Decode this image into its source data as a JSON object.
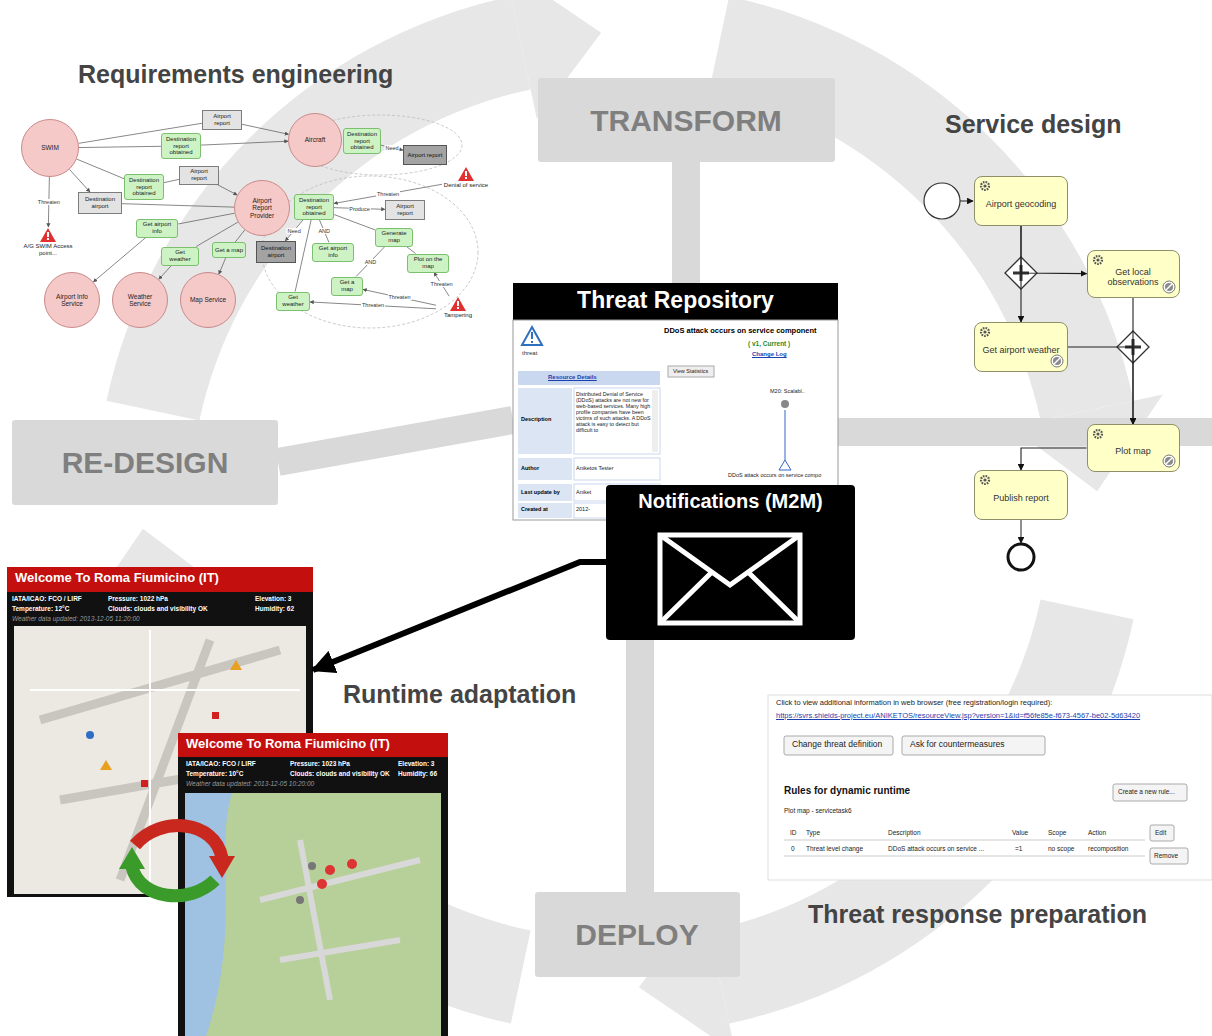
{
  "diagram": {
    "nodes": [
      {
        "text": [
          "SWIM"
        ]
      },
      {
        "text": [
          "Airport report"
        ]
      },
      {
        "text": [
          "Aircraft"
        ]
      },
      {
        "text": [
          "Destination report obtained"
        ]
      },
      {
        "text": [
          "Destination report obtained"
        ]
      },
      {
        "text": [
          "Airport report"
        ]
      },
      {
        "text": [
          "Destination report obtained"
        ]
      },
      {
        "text": [
          "Airport report"
        ]
      },
      {
        "text": [
          "Destination airport"
        ]
      },
      {
        "text": [
          "Airport Report Provider"
        ]
      },
      {
        "text": [
          "Destination report obtained"
        ]
      },
      {
        "text": [
          "Airport report"
        ]
      },
      {
        "text": [
          "Denial of service"
        ]
      },
      {
        "text": [
          "A/G SWIM Access point..."
        ]
      },
      {
        "text": [
          "Get airport info"
        ]
      },
      {
        "text": [
          "Get weather"
        ]
      },
      {
        "text": [
          "Get a map"
        ]
      },
      {
        "text": [
          "Destination airport"
        ]
      },
      {
        "text": [
          "Get airport info"
        ]
      },
      {
        "text": [
          "Generate map"
        ]
      },
      {
        "text": [
          "Plot on the map"
        ]
      },
      {
        "text": [
          "Get a map"
        ]
      },
      {
        "text": [
          "Get weather"
        ]
      },
      {
        "text": [
          "Tampering"
        ]
      },
      {
        "text": [
          "Airport Info Service"
        ]
      },
      {
        "text": [
          "Weather Service"
        ]
      },
      {
        "text": [
          "Map Service"
        ]
      },
      {
        "text": [
          "Airport geocoding"
        ]
      },
      {
        "text": [
          "Get local observations"
        ]
      },
      {
        "text": [
          "Get airport weather"
        ]
      },
      {
        "text": [
          "Plot map"
        ]
      },
      {
        "text": [
          "Publish report"
        ]
      },
      {
        "text": [
          "TRANSFORM"
        ]
      },
      {
        "text": [
          "RE-DESIGN"
        ]
      },
      {
        "text": [
          "DEPLOY"
        ]
      },
      {
        "text": [
          "Threat Repository"
        ]
      },
      {
        "text": [
          "Notifications (M2M)"
        ]
      },
      {
        "text": [
          "Welcome To Roma Fiumicino (IT)"
        ]
      },
      {
        "text": [
          "Welcome To Roma Fiumicino (IT)"
        ]
      }
    ],
    "edges": [
      {
        "from": 0,
        "to": 1,
        "arrow": "none"
      },
      {
        "from": 1,
        "to": 2,
        "arrow": "to"
      },
      {
        "from": 0,
        "to": 3,
        "arrow": "none"
      },
      {
        "from": 3,
        "to": 2,
        "arrow": "to"
      },
      {
        "from": 4,
        "to": 5,
        "label": "Need",
        "arrow": "to"
      },
      {
        "from": 0,
        "to": 6,
        "arrow": "none"
      },
      {
        "from": 6,
        "to": 7,
        "arrow": "none"
      },
      {
        "from": 7,
        "to": 9,
        "arrow": "to"
      },
      {
        "from": 0,
        "to": 8,
        "arrow": "to"
      },
      {
        "from": 8,
        "to": 9,
        "arrow": "none"
      },
      {
        "from": 0,
        "to": 13,
        "label": "Threaten",
        "arrow": "to"
      },
      {
        "from": 9,
        "to": 14,
        "arrow": "none"
      },
      {
        "from": 14,
        "to": 24,
        "arrow": "to"
      },
      {
        "from": 9,
        "to": 15,
        "arrow": "none"
      },
      {
        "from": 15,
        "to": 25,
        "arrow": "to"
      },
      {
        "from": 9,
        "to": 16,
        "arrow": "none"
      },
      {
        "from": 16,
        "to": 26,
        "arrow": "to"
      },
      {
        "from": 10,
        "to": 11,
        "label": "Produce",
        "arrow": "to"
      },
      {
        "from": 12,
        "to": 10,
        "label": "Threaten",
        "arrow": "to"
      },
      {
        "from": 10,
        "to": 17,
        "label": "Need",
        "arrow": "to"
      },
      {
        "from": 10,
        "to": 18,
        "label": "AND",
        "arrow": "none"
      },
      {
        "from": 10,
        "to": 19,
        "arrow": "none"
      },
      {
        "from": 19,
        "to": 21,
        "label": "AND",
        "arrow": "none"
      },
      {
        "from": 19,
        "to": 20,
        "arrow": "none"
      },
      {
        "from": 23,
        "to": 20,
        "label": "Threaten",
        "arrow": "to"
      },
      {
        "from": 23,
        "to": 21,
        "label": "Threaten",
        "arrow": "to"
      },
      {
        "from": 23,
        "to": 22,
        "label": "Threaten",
        "arrow": "to"
      },
      {
        "from": 10,
        "to": 22,
        "arrow": "none"
      },
      {
        "from": 27,
        "to": 28,
        "arrow": "to"
      },
      {
        "from": 27,
        "to": 29,
        "arrow": "to"
      },
      {
        "from": 28,
        "to": 30,
        "arrow": "to"
      },
      {
        "from": 29,
        "to": 30,
        "arrow": "to"
      },
      {
        "from": 30,
        "to": 31,
        "arrow": "to"
      },
      {
        "from": 36,
        "to": 37,
        "arrow": "to"
      }
    ],
    "labels": [
      "Requirements engineering",
      "Service design",
      "Runtime adaptation",
      "Threat response preparation",
      "threat",
      "DDoS attack occurs on service component",
      "( v1, Current )",
      "Change Log",
      "Resource Details",
      "View Statistics",
      "Description",
      "Distributed Denial of Service (DDoS) attacks are not new for web-based services. Many high profile companies have been victims of such attacks. A DDoS attack is easy to detect but difficult to",
      "Author",
      "Aniketos Tester",
      "Last update by",
      "Aniket",
      "Created at",
      "2012-",
      "M20: Scalabl..",
      "DDoS attack occurs on service compo",
      "IATA/ICAO: FCO / LIRF",
      "Temperature: 12°C",
      "Pressure: 1022 hPa",
      "Clouds: clouds and visibility OK",
      "Elevation: 3",
      "Humidity: 62",
      "Weather data updated: 2013-12-05 11:20:00",
      "IATA/ICAO: FCO / LIRF",
      "Temperature: 10°C",
      "Pressure: 1023 hPa",
      "Clouds: clouds and visibility OK",
      "Elevation: 3",
      "Humidity: 66",
      "Weather data updated: 2013-12-05 10:20:00",
      "Click to view additional information in web browser (free registration/login required):",
      "https://svrs.shields-project.eu/ANIKETOS/resourceView.jsp?version=1&id=f56fe85e-f673-4567-be02-5d63420",
      "Change threat definition",
      "Ask for countermeasures",
      "Rules for dynamic runtime",
      "Create a new rule...",
      "Plot map - servicetask6",
      "ID",
      "Type",
      "Description",
      "Value",
      "Scope",
      "Action",
      "Edit",
      "0",
      "Threat level change",
      "DDoS attack occurs on service ...",
      "=1",
      "no scope",
      "recomposition",
      "Remove"
    ]
  }
}
